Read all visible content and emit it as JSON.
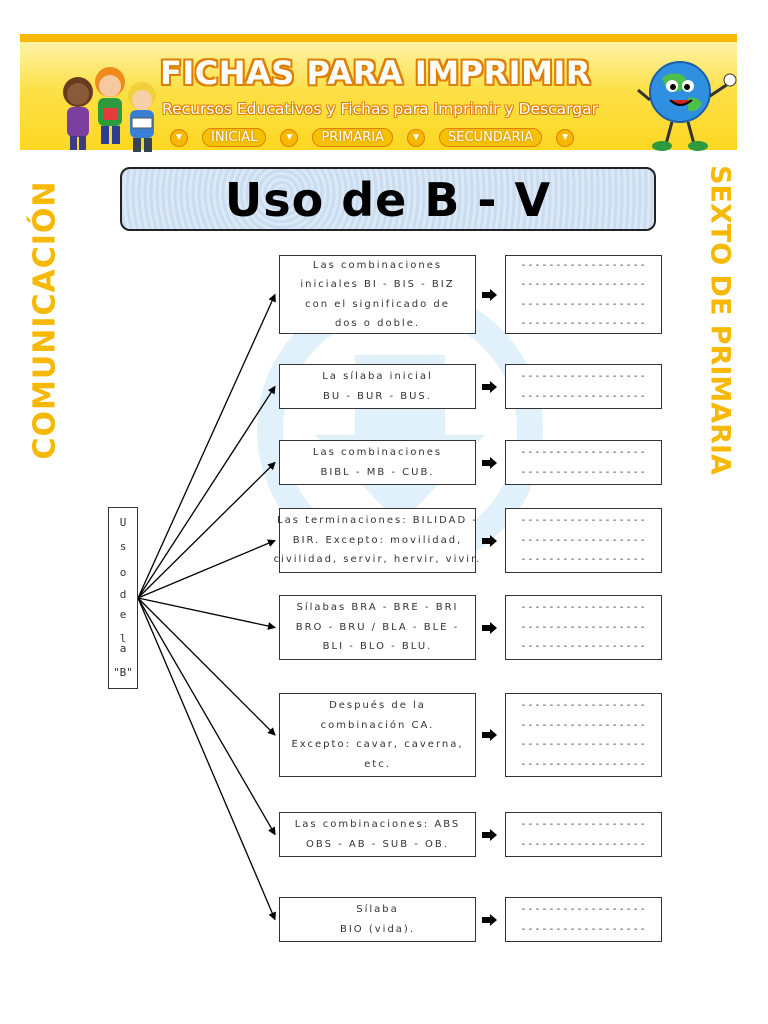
{
  "header": {
    "site_title": "FICHAS PARA IMPRIMIR",
    "site_subtitle": "Recursos Educativos y Fichas para Imprimir y Descargar",
    "nav": [
      "INICIAL",
      "PRIMARIA",
      "SECUNDARIA"
    ],
    "accent_color": "#f7b800"
  },
  "side": {
    "left_label": "COMUNICACIÓN",
    "right_label": "SEXTO DE PRIMARIA"
  },
  "worksheet": {
    "title": "Uso de B - V",
    "root_label_chars": [
      "U",
      "s",
      "o",
      "d",
      "e",
      "l",
      "a",
      "\"B\""
    ],
    "rules": [
      {
        "lines": [
          "Las combinaciones",
          "iniciales BI - BIS - BIZ",
          "con el significado de",
          "dos o doble."
        ],
        "answer_lines": 4
      },
      {
        "lines": [
          "La sílaba inicial",
          "BU - BUR - BUS."
        ],
        "answer_lines": 2
      },
      {
        "lines": [
          "Las combinaciones",
          "BIBL - MB - CUB."
        ],
        "answer_lines": 2
      },
      {
        "lines": [
          "Las terminaciones: BILIDAD -",
          "BIR. Excepto: movilidad,",
          "civilidad, servir, hervir, vivir."
        ],
        "answer_lines": 3
      },
      {
        "lines": [
          "Sílabas BRA - BRE - BRI",
          "BRO - BRU / BLA - BLE -",
          "BLI - BLO - BLU."
        ],
        "answer_lines": 3
      },
      {
        "lines": [
          "Después de la",
          "combinación CA.",
          "Excepto: cavar, caverna,",
          "etc."
        ],
        "answer_lines": 4
      },
      {
        "lines": [
          "Las combinaciones: ABS",
          "OBS - AB - SUB - OB."
        ],
        "answer_lines": 2
      },
      {
        "lines": [
          "Sílaba",
          "BIO (vida)."
        ],
        "answer_lines": 2
      }
    ],
    "answer_placeholder": "------------------"
  }
}
